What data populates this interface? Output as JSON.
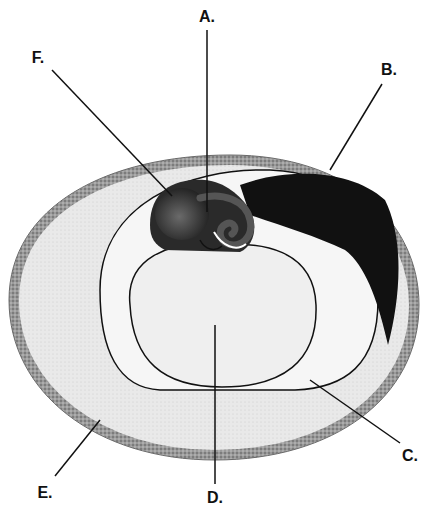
{
  "diagram": {
    "labels": [
      "A.",
      "B.",
      "C.",
      "D.",
      "E.",
      "F."
    ]
  }
}
